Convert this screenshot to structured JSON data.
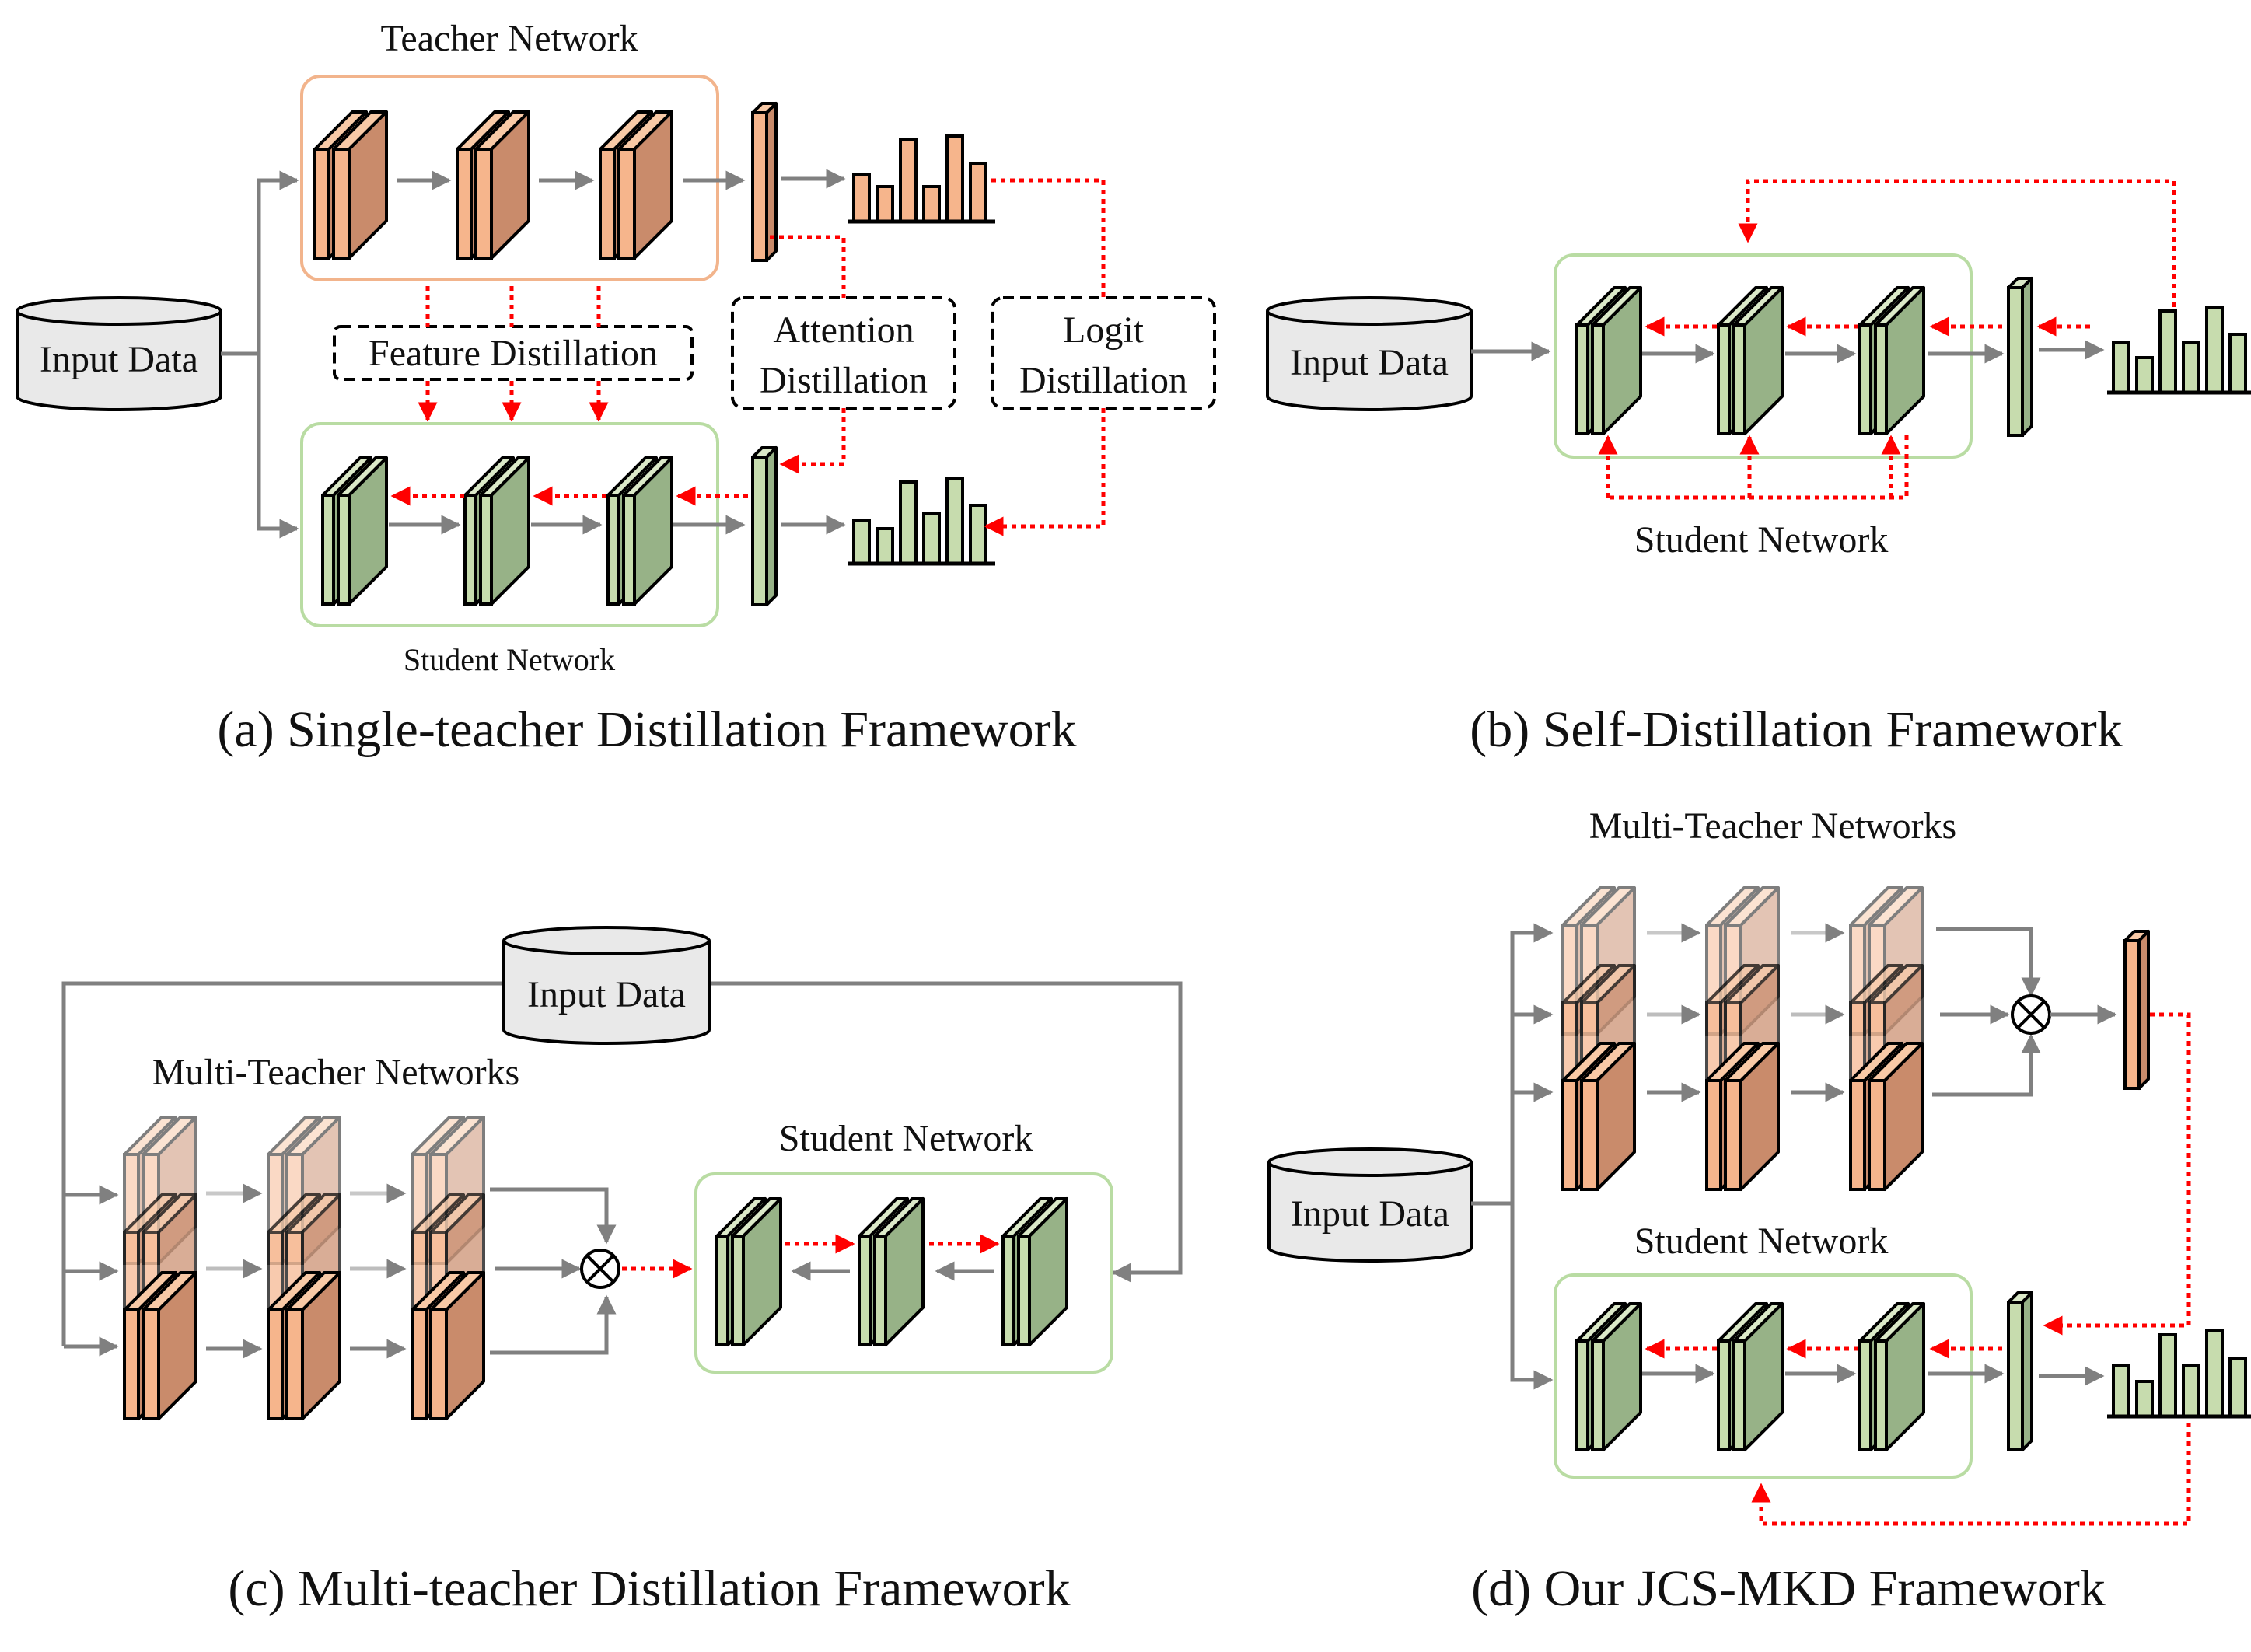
{
  "colors": {
    "teacher_front": "#f6b58c",
    "teacher_side": "#c98b6b",
    "teacher_top": "#f8c9a6",
    "student_front": "#c7dcae",
    "student_side": "#97b287",
    "student_top": "#dbe9c8",
    "arrow_gray": "#808080",
    "distill_red": "#ff0000",
    "teacher_box": "#f2b48c",
    "student_box": "#b9dca3",
    "db_fill": "#e9e9e9"
  },
  "panel_a": {
    "teacher_label": "Teacher Network",
    "student_label": "Student Network",
    "input_label": "Input Data",
    "feature_label": "Feature Distillation",
    "attention_label_1": "Attention",
    "attention_label_2": "Distillation",
    "logit_label_1": "Logit",
    "logit_label_2": "Distillation",
    "caption": "(a) Single-teacher Distillation Framework"
  },
  "panel_b": {
    "input_label": "Input Data",
    "student_label": "Student Network",
    "caption": "(b) Self-Distillation Framework"
  },
  "panel_c": {
    "input_label": "Input Data",
    "teachers_label": "Multi-Teacher Networks",
    "student_label": "Student Network",
    "caption": "(c) Multi-teacher Distillation Framework"
  },
  "panel_d": {
    "teachers_label": "Multi-Teacher Networks",
    "input_label": "Input Data",
    "student_label": "Student Network",
    "caption": "(d) Our JCS-MKD Framework"
  }
}
